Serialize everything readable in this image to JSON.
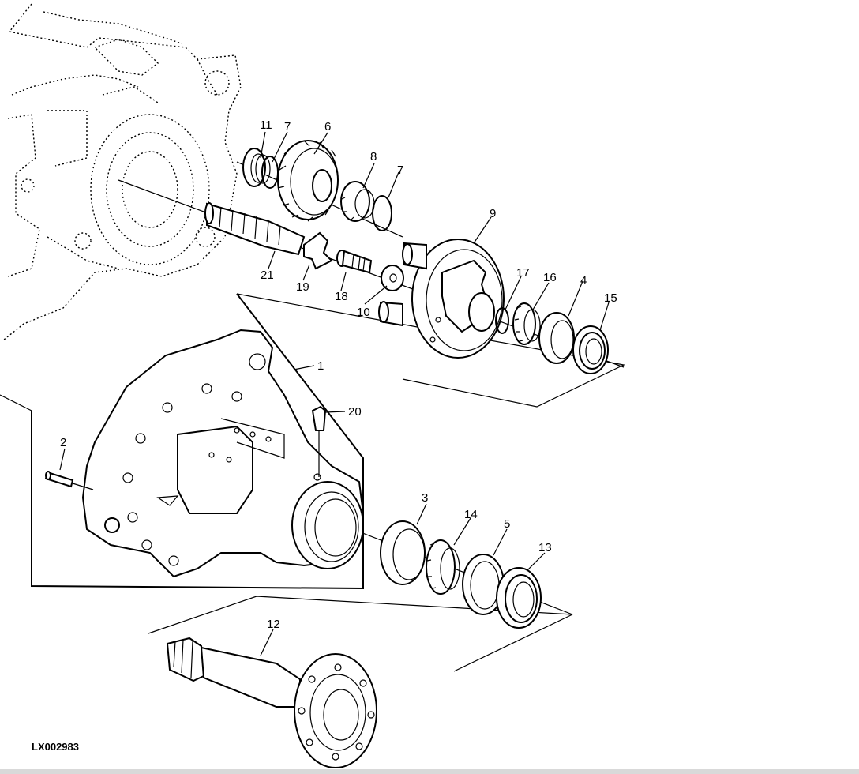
{
  "drawing_code": "LX002983",
  "callouts": [
    "1",
    "2",
    "3",
    "4",
    "5",
    "6",
    "7",
    "7",
    "8",
    "9",
    "10",
    "11",
    "12",
    "13",
    "14",
    "15",
    "16",
    "17",
    "18",
    "19",
    "20",
    "21"
  ]
}
